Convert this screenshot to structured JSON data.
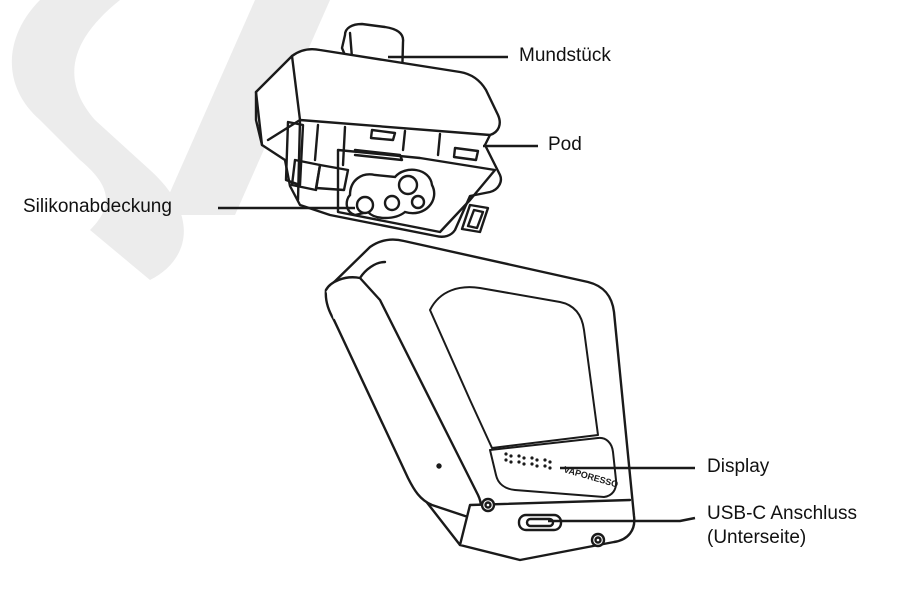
{
  "labels": {
    "mundstueck": "Mundstück",
    "pod": "Pod",
    "silikonabdeckung": "Silikonabdeckung",
    "display": "Display",
    "usb_line1": "USB-C Anschluss",
    "usb_line2": "(Unterseite)"
  },
  "device": {
    "brand": "VAPORESSO"
  },
  "watermark": {
    "text": "SI",
    "color": "#e9e9e9"
  }
}
